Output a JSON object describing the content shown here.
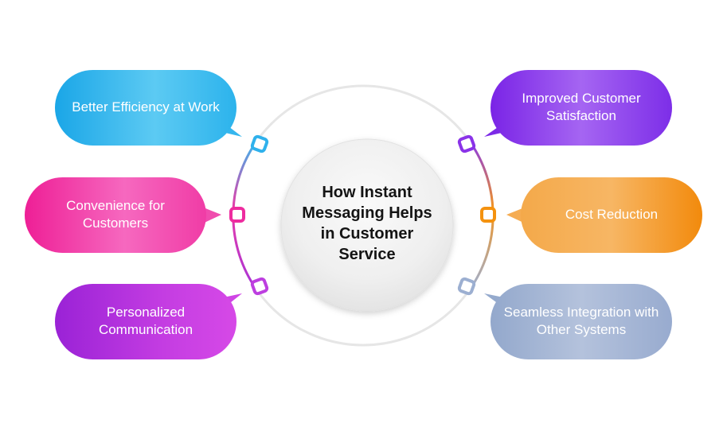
{
  "diagram": {
    "center": {
      "title": "How Instant Messaging Helps in Customer Service"
    },
    "benefits": [
      {
        "label": "Better Efficiency at Work",
        "color_from": "#22a9e8",
        "color_to": "#72d2f5"
      },
      {
        "label": "Convenience for Customers",
        "color_from": "#f0219a",
        "color_to": "#f766c0"
      },
      {
        "label": "Personalized Communication",
        "color_from": "#a327d8",
        "color_to": "#d247e6"
      },
      {
        "label": "Improved Customer Satisfaction",
        "color_from": "#7e28e8",
        "color_to": "#a35cf2"
      },
      {
        "label": "Cost Reduction",
        "color_from": "#f6a23a",
        "color_to": "#f48a10"
      },
      {
        "label": "Seamless Integration with Other Systems",
        "color_from": "#9aaed0",
        "color_to": "#b7c4dd"
      }
    ]
  }
}
